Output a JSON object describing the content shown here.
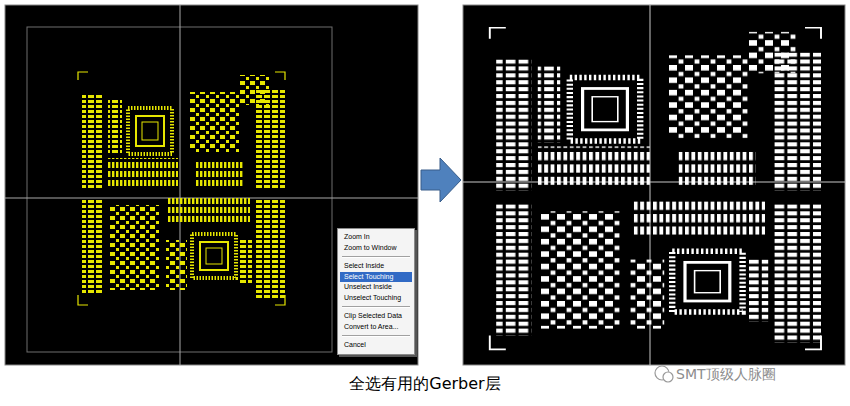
{
  "diagram": {
    "caption": "全选有用的Gerber层",
    "nodes": [
      {
        "text": [
          "Zoom In",
          "Zoom to Window",
          "Select Inside",
          "Select Touching",
          "Unselect Inside",
          "Unselect Touching",
          "Clip Selected Data",
          "Convert to Area...",
          "Cancel"
        ]
      }
    ],
    "labels": [
      "SMT顶级人脉圈"
    ]
  }
}
